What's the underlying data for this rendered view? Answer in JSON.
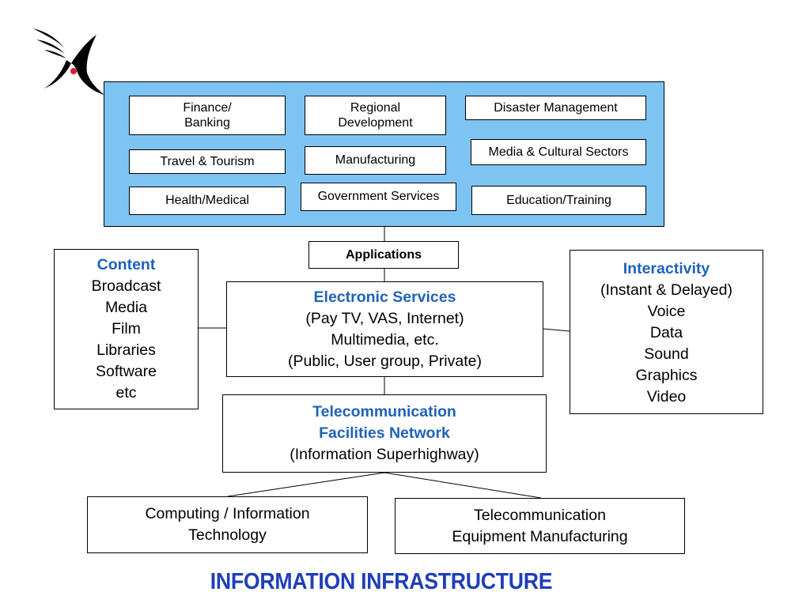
{
  "applications_panel": {
    "color": "#7ec4f2",
    "items": [
      {
        "line1": "Finance/",
        "line2": "Banking"
      },
      {
        "line1": "Regional",
        "line2": "Development"
      },
      {
        "line1": "Disaster Management",
        "line2": ""
      },
      {
        "line1": "Travel & Tourism",
        "line2": ""
      },
      {
        "line1": "Manufacturing",
        "line2": ""
      },
      {
        "line1": "Media & Cultural Sectors",
        "line2": ""
      },
      {
        "line1": "Health/Medical",
        "line2": ""
      },
      {
        "line1": "Government Services",
        "line2": ""
      },
      {
        "line1": "Education/Training",
        "line2": ""
      }
    ]
  },
  "applications_label": "Applications",
  "content": {
    "heading": "Content",
    "items": [
      "Broadcast",
      "Media",
      "Film",
      "Libraries",
      "Software",
      "etc"
    ]
  },
  "electronic_services": {
    "heading": "Electronic Services",
    "lines": [
      "(Pay TV, VAS, Internet)",
      "Multimedia, etc.",
      "(Public, User group, Private)"
    ]
  },
  "interactivity": {
    "heading": "Interactivity",
    "items": [
      "(Instant & Delayed)",
      "Voice",
      "Data",
      "Sound",
      "Graphics",
      "Video"
    ]
  },
  "telecom_network": {
    "heading1": "Telecommunication",
    "heading2": "Facilities Network",
    "sub": "(Information Superhighway)"
  },
  "computing": {
    "line1": "Computing / Information",
    "line2": "Technology"
  },
  "telecom_equipment": {
    "line1": "Telecommunication",
    "line2": "Equipment Manufacturing"
  },
  "title": "INFORMATION INFRASTRUCTURE",
  "accent_color": "#1f63b8",
  "logo": "stylized-bird-logo"
}
